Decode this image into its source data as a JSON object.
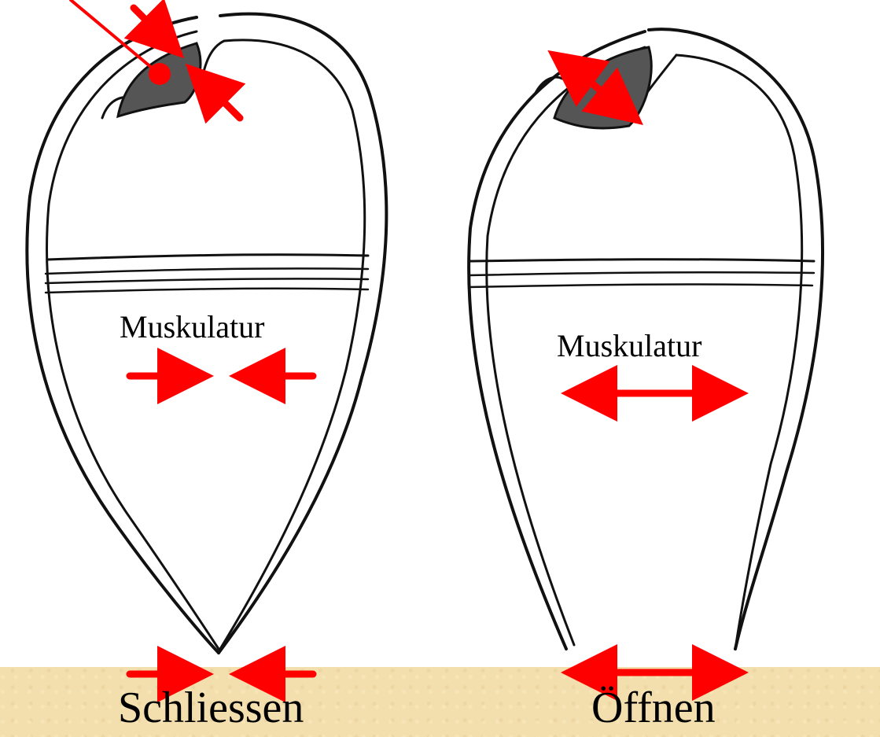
{
  "labels": {
    "muscle_left": "Muskulatur",
    "muscle_right": "Muskulatur",
    "caption_left": "Schliessen",
    "caption_right": "Öffnen"
  },
  "colors": {
    "background": "#f3dfae",
    "panel": "#ffffff",
    "arrow": "#ff0000",
    "ligament": "#555555",
    "outline": "#111111"
  }
}
